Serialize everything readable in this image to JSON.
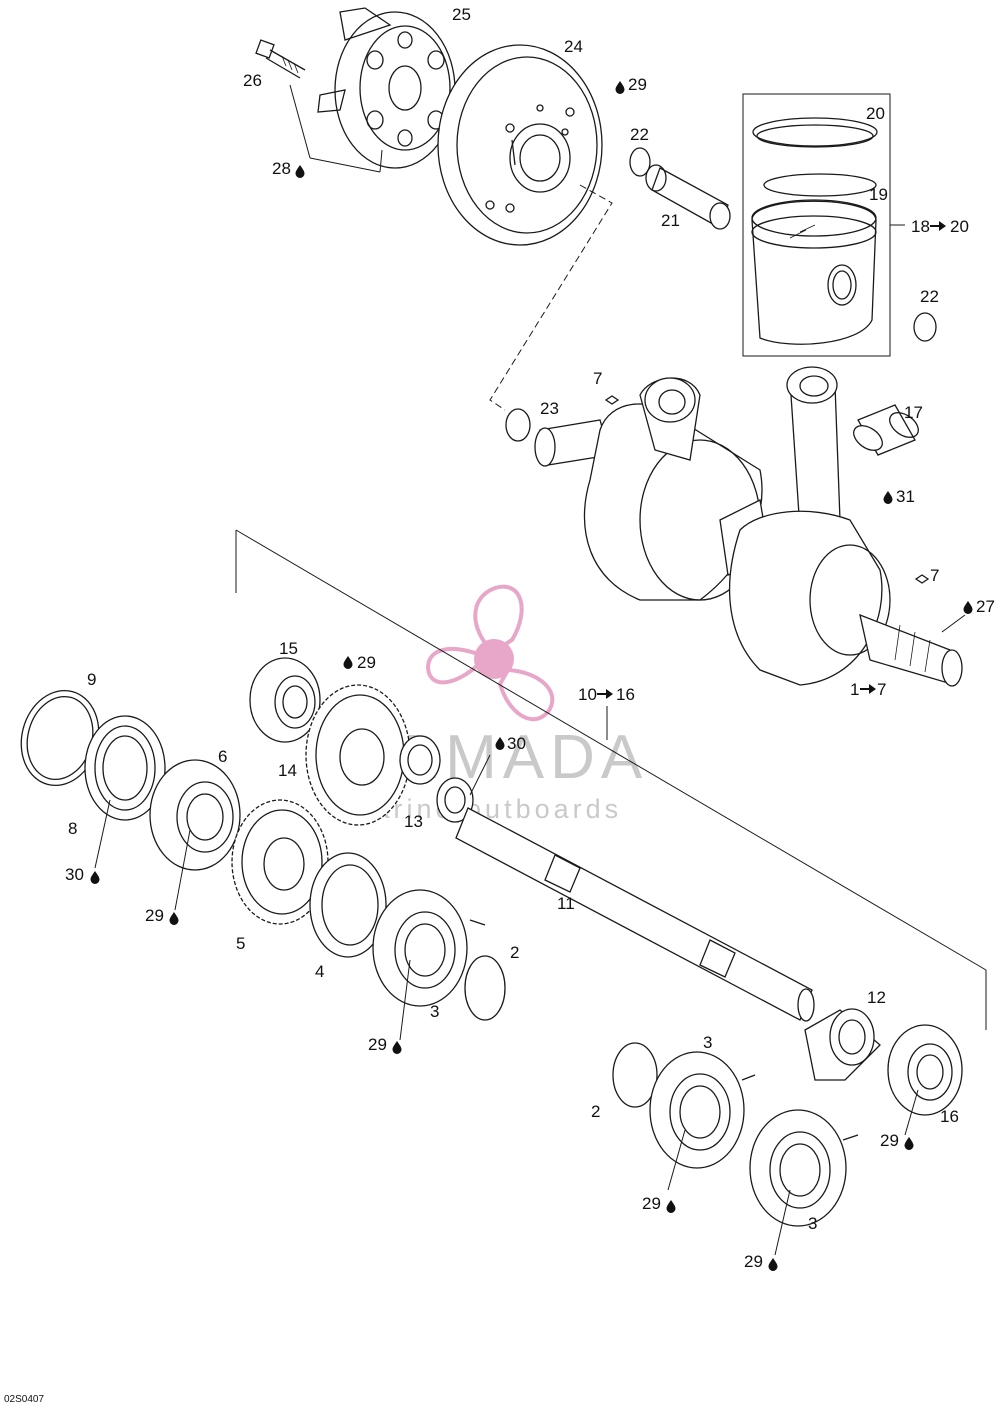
{
  "watermark": {
    "brand": "ARMADA",
    "tagline": "marine outboards",
    "logo_color": "#e8a6c8",
    "text_color": "#b8b8b8"
  },
  "reference_code": "02S0407",
  "icons": {
    "oil_drop": "drop-icon",
    "arrow": "right-arrow-icon"
  },
  "labels": {
    "l25": "25",
    "l24": "24",
    "l29a": "29",
    "l26": "26",
    "l28": "28",
    "l22a": "22",
    "l21": "21",
    "l20": "20",
    "l19": "19",
    "l18_20_from": "18",
    "l18_20_to": "20",
    "l22b": "22",
    "l7a": "7",
    "l23": "23",
    "l17": "17",
    "l31": "31",
    "l7b": "7",
    "l27": "27",
    "l1_7_from": "1",
    "l1_7_to": "7",
    "l15": "15",
    "l29b": "29",
    "l9": "9",
    "l10_16_from": "10",
    "l10_16_to": "16",
    "l6": "6",
    "l14": "14",
    "l30a": "30",
    "l13": "13",
    "l8": "8",
    "l30b": "30",
    "l29c": "29",
    "l5": "5",
    "l11": "11",
    "l4": "4",
    "l2a": "2",
    "l3a": "3",
    "l29d": "29",
    "l12": "12",
    "l3b": "3",
    "l2b": "2",
    "l16": "16",
    "l29e": "29",
    "l29f": "29",
    "l3c": "3",
    "l29g": "29"
  }
}
